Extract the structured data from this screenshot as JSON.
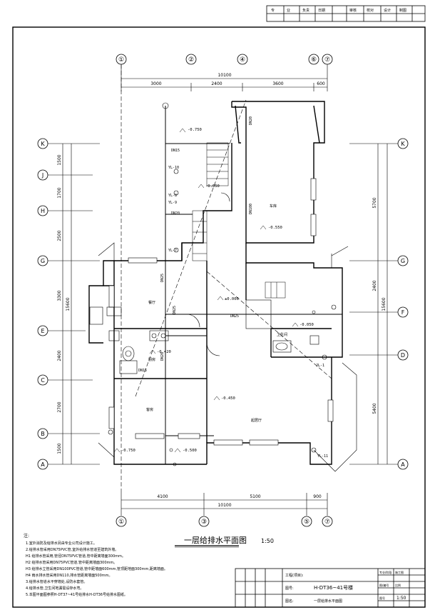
{
  "title": "一层给排水平面图",
  "scale": "1:50",
  "grid_top": [
    "①",
    "②",
    "④",
    "⑥",
    "⑦"
  ],
  "grid_bottom": [
    "①",
    "③",
    "⑤",
    "⑦"
  ],
  "grid_left": [
    "K",
    "J",
    "H",
    "G",
    "E",
    "C",
    "B",
    "A"
  ],
  "grid_right": [
    "K",
    "G",
    "F",
    "D",
    "A"
  ],
  "dims_top_total": "10100",
  "dims_top": [
    "3000",
    "2400",
    "3600",
    "600"
  ],
  "dims_bottom_total": "10100",
  "dims_bottom": [
    "4100",
    "5100",
    "900"
  ],
  "dims_left": [
    "1500",
    "1700",
    "2500",
    "3300",
    "2400",
    "2700",
    "1500"
  ],
  "dims_left_total": "15600",
  "dims_right": [
    "5700",
    "2400",
    "5400"
  ],
  "dims_right_total": "15600",
  "elevations": [
    "-0.750",
    "-0.050",
    "-0.550",
    "±0.000",
    "-0.050",
    "-0.420",
    "-0.450",
    "-0.750",
    "-0.500"
  ],
  "pipe_labels": [
    "DN15",
    "DN20",
    "DN25",
    "DN100",
    "DN25",
    "DN20",
    "DN15",
    "DN25",
    "DN20"
  ],
  "riser_labels": [
    "YL-10",
    "YL-8",
    "YL-9",
    "YL-7",
    "YL-11",
    "JL-1"
  ],
  "rooms": [
    "车库",
    "厨房",
    "餐厅",
    "客房",
    "起居厅",
    "卫生间"
  ],
  "notes_head": "注:",
  "notes": [
    "1.室外消防及给排水另由专业公司设计施工。",
    "2.给排水管采用DN75PVC管,室外给排水管道至建筑外墙。",
    "  H1  给排水管采用,管径DN75PVC管道,管中距离墙面300mm。",
    "  H2  给排水管采用DN75PVC管道,管中距离墙面300mm。",
    "  H3  给排水立管采用DN100PVC管道,管中距墙面600mm,管顶距地面300mm,距离墙面。",
    "  H4  雨水排水管采用DN110,排水管距离墙面500mm。",
    "3.给排水管道水平穿墙处,设防水套管。",
    "4.给排水管,卫生间地漏需设存水弯。",
    "5.本图平面图参照H-DT37~41号给排水H-DT36号给排水图纸。"
  ],
  "title_block": {
    "project_label": "工程(项目):",
    "drawing_no_label": "图号:",
    "drawing_no": "H-DT36~41号楼",
    "drawing_name_label": "图名:",
    "drawing_name": "一层给排水平面图",
    "right_labels": [
      "专业/阶段",
      "施工图",
      "图/编号",
      "比例"
    ],
    "scale_value": "1:50",
    "sheet_value": "图号"
  },
  "header_block": [
    "专",
    "业",
    "负责",
    "日期",
    "审核",
    "校对",
    "设计",
    "制图"
  ]
}
